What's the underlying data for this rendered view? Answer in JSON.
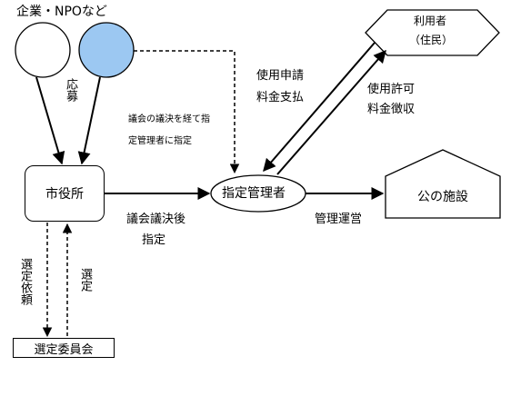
{
  "colors": {
    "line": "#000000",
    "applicant_fill": "#ffffff",
    "npo_fill": "#9cc8f2",
    "background": "#ffffff"
  },
  "nodes": {
    "applicants_label": "企業・NPOなど",
    "city_hall": "市役所",
    "designated_manager": "指定管理者",
    "user_line1": "利用者",
    "user_line2": "（住民）",
    "public_facility": "公の施設",
    "selection_committee": "選定委員会"
  },
  "edges": {
    "apply": "応募",
    "council_note_line1": "議会の議決を経て指",
    "council_note_line2": "定管理者に指定",
    "council_decision_line1": "議会議決後",
    "council_decision_line2": "指定",
    "use_application_line1": "使用申請",
    "use_application_line2": "料金支払",
    "use_permission_line1": "使用許可",
    "use_permission_line2": "料金徴収",
    "management_operation": "管理運営",
    "selection_request": "選定依頼",
    "selection": "選定"
  }
}
